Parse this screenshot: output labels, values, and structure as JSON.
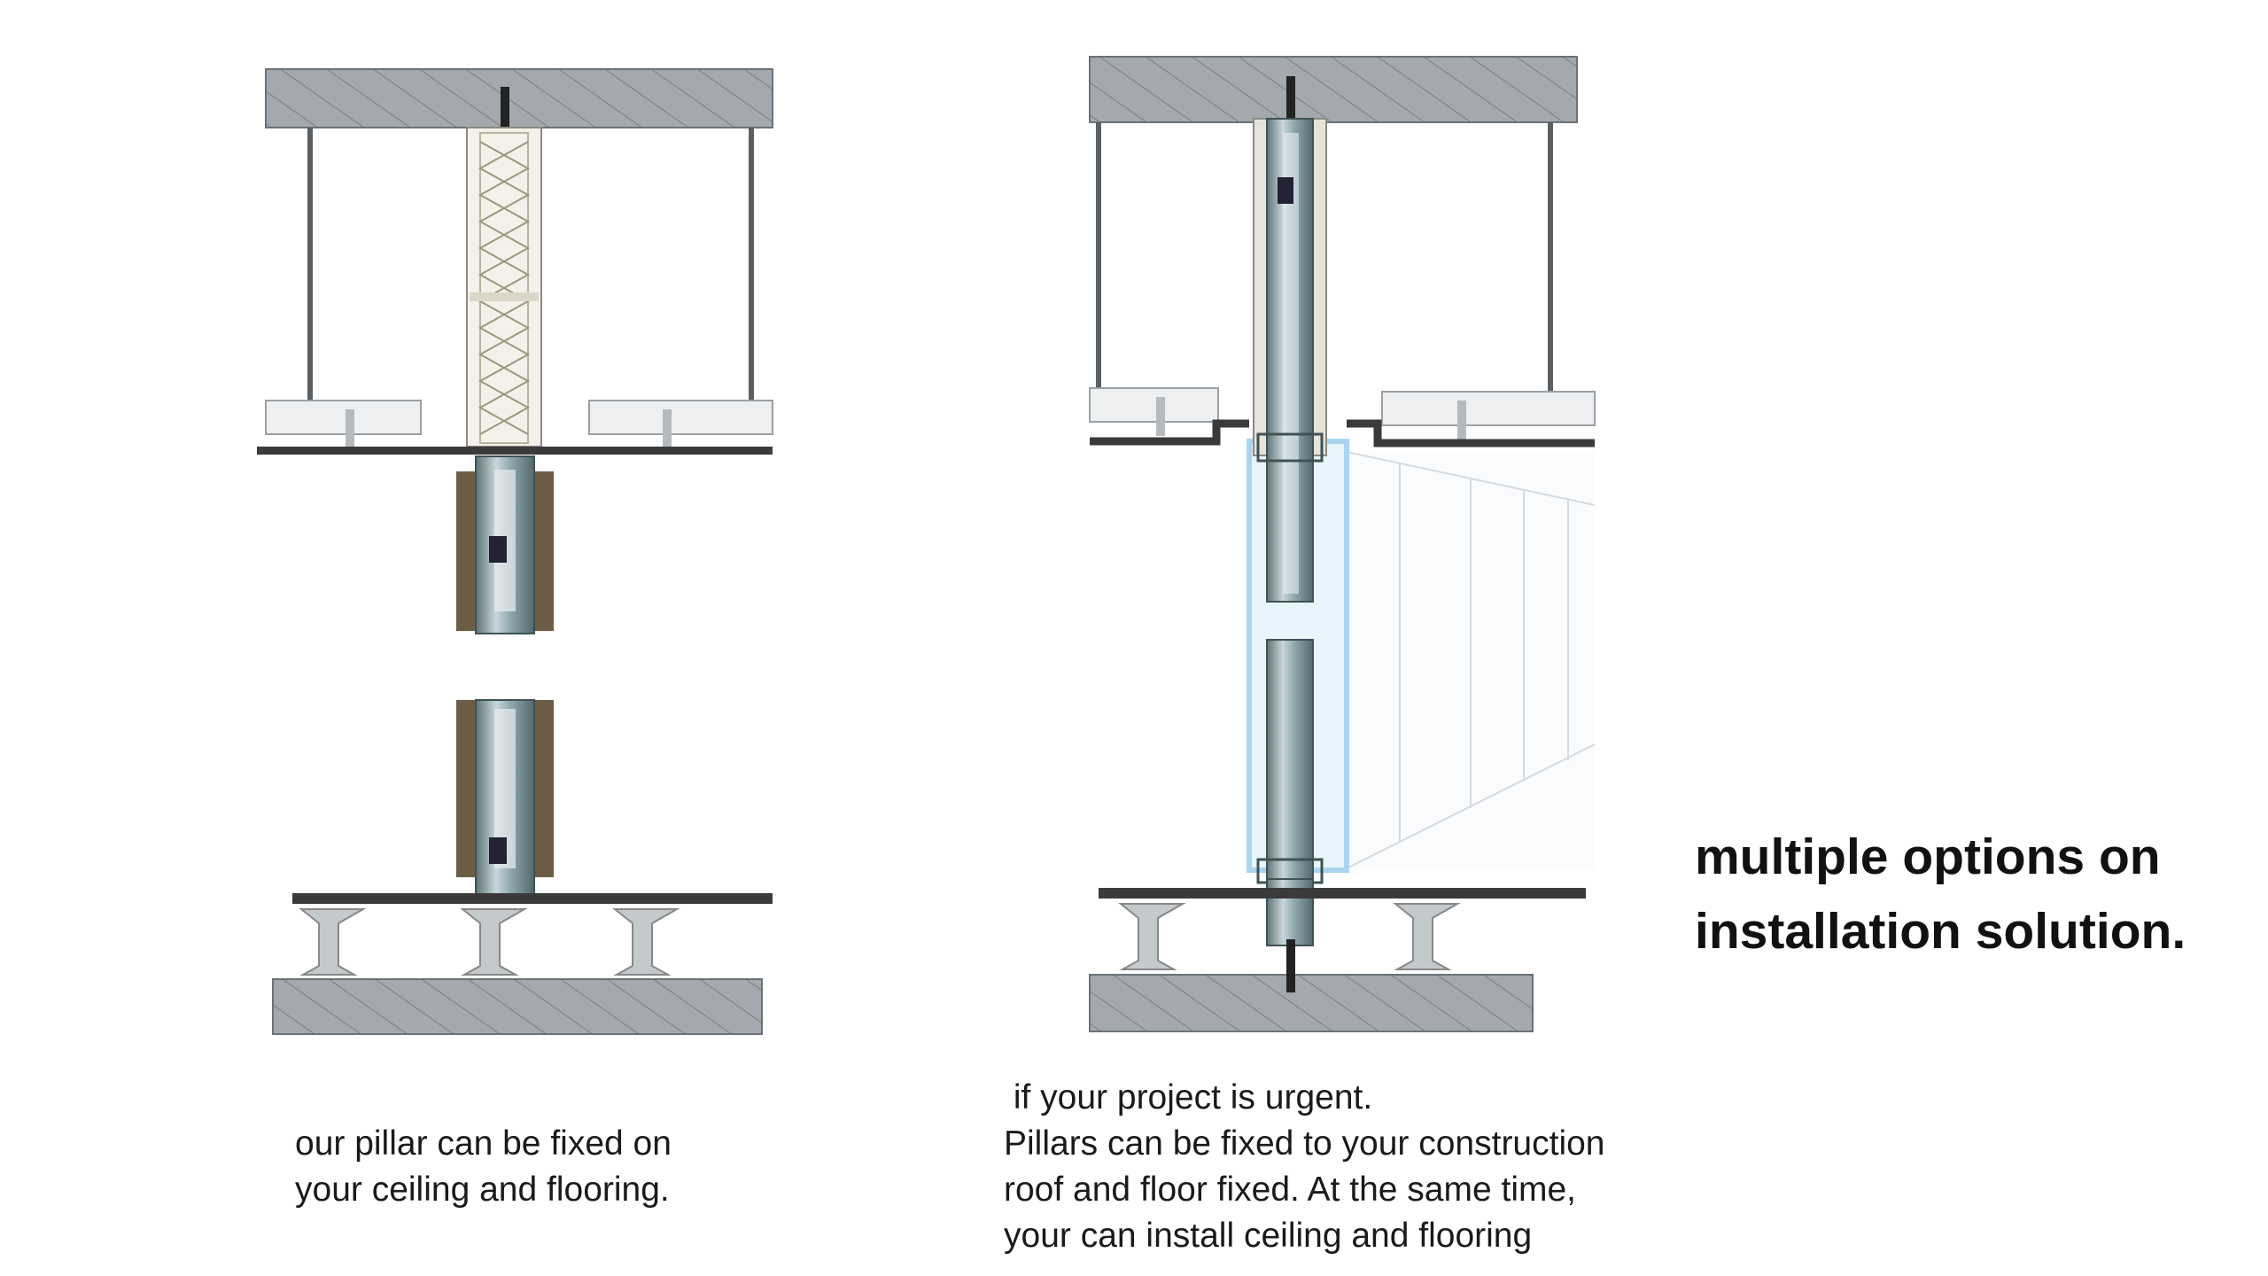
{
  "headline": {
    "line1": "multiple options on",
    "line2": "installation solution."
  },
  "left_panel": {
    "caption_line1": "our pillar can be fixed on",
    "caption_line2": "your ceiling and flooring."
  },
  "right_panel": {
    "caption_line1": " if your project is urgent.",
    "caption_line2": "Pillars can be fixed to your construction",
    "caption_line3": "roof and floor fixed. At the same time,",
    "caption_line4": "your can install ceiling and flooring"
  },
  "colors": {
    "concrete": "#9aa0a6",
    "metal": "#7f9aa0",
    "glass": "#a9d6ee",
    "wood": "#6b5a44",
    "floor_plate": "#3a3a3a"
  }
}
